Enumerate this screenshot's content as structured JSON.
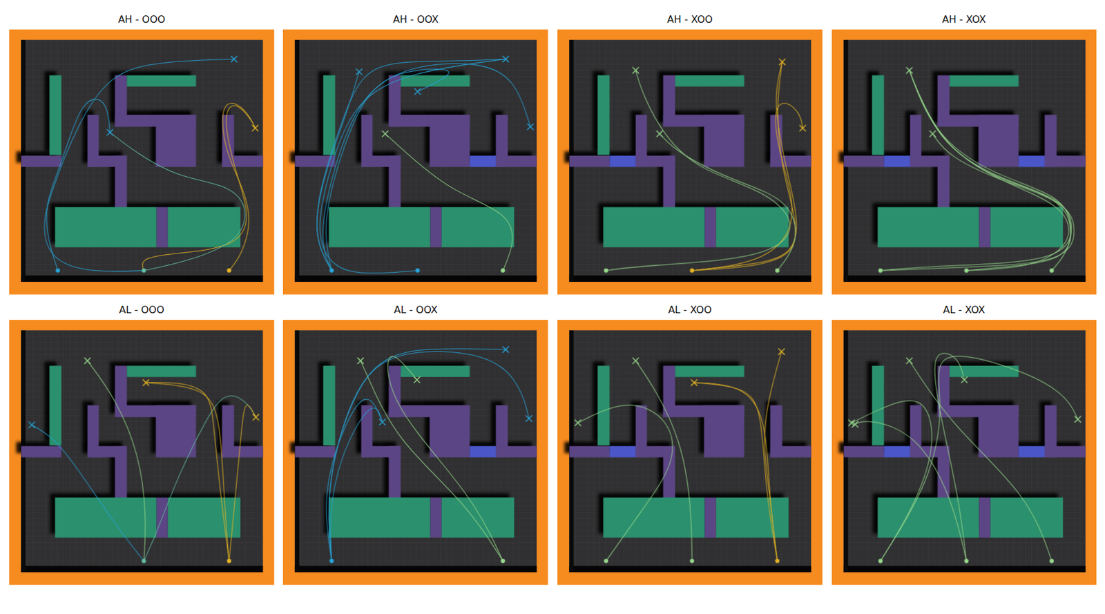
{
  "diagram": {
    "nodes": [
      {
        "text": [
          "AH - OOO"
        ]
      },
      {
        "text": [
          "AH - OOX"
        ]
      },
      {
        "text": [
          "AH - XOO"
        ]
      },
      {
        "text": [
          "AH - XOX"
        ]
      },
      {
        "text": [
          "AL - OOO"
        ]
      },
      {
        "text": [
          "AL - OOX"
        ]
      },
      {
        "text": [
          "AL - XOO"
        ]
      },
      {
        "text": [
          "AL - XOX"
        ]
      }
    ]
  }
}
